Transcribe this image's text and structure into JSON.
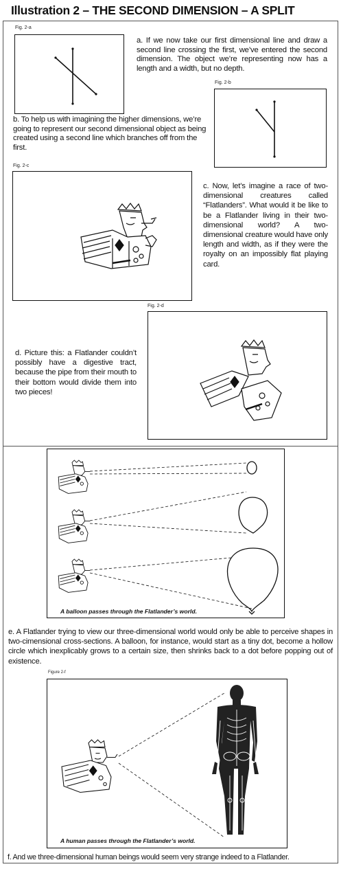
{
  "title": "Illustration 2 – THE SECOND DIMENSION – A SPLIT",
  "figures": {
    "a": {
      "label": "Fig. 2-a",
      "text": "a.  If we now take our first dimensional line and draw a second line crossing the first, we’ve entered the second dimension.  The object we’re representing now has a length and a width, but no depth."
    },
    "b": {
      "label": "Fig. 2-b",
      "text": "b.  To help us with imagining the higher dimensions, we’re going to represent our second dimensional object as being created using a second line which branches off from the first."
    },
    "c": {
      "label": "Fig. 2-c",
      "text": "c.  Now, let’s imagine a race of two-dimensional creatures called “Flatlanders”.  What would it be like to be a Flatlander living in their two-dimensional world?  A two-dimensional creature would have only length and width, as if they were the royalty on an impossibly flat playing card."
    },
    "d": {
      "label": "Fig. 2-d",
      "text": "d.  Picture this: a Flatlander couldn’t possibly have a digestive tract, because the pipe from their mouth to their bottom would divide them into two pieces!"
    },
    "e": {
      "caption": "A balloon passes through the Flatlander’s world.",
      "text": "e. A Flatlander trying to view our three-dimensional world would only be able to perceive shapes in two-cimensional cross-sections. A balloon, for instance, would start as a tiny dot, become a hollow circle which inexplicably grows to a certain size, then shrinks back to a dot before popping out of existence."
    },
    "f": {
      "label": "Figure 2-f",
      "caption": "A human passes through the Flatlander’s world.",
      "text": "f. And we three-dimensional human beings would seem very strange indeed to a Flatlander."
    }
  }
}
